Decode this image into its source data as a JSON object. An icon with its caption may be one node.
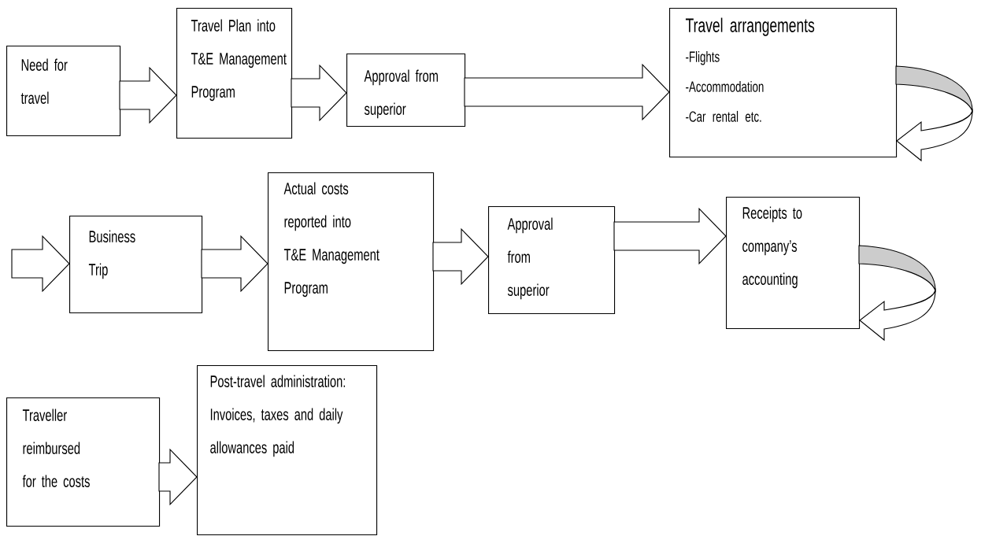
{
  "diagram": {
    "nodes": [
      {
        "text": [
          "Need for travel"
        ]
      },
      {
        "text": [
          "Travel Plan into T&E Management Program"
        ]
      },
      {
        "text": [
          "Approval from superior"
        ]
      },
      {
        "text": [
          "Travel arrangements",
          "-Flights",
          "-Accommodation",
          "-Car rental etc."
        ]
      },
      {
        "text": [
          "Business Trip"
        ]
      },
      {
        "text": [
          "Actual costs reported into T&E Management Program"
        ]
      },
      {
        "text": [
          "Approval from superior"
        ]
      },
      {
        "text": [
          "Receipts to company’s accounting"
        ]
      },
      {
        "text": [
          "Traveller reimbursed for the costs"
        ]
      },
      {
        "text": [
          "Post-travel administration: Invoices, taxes and daily allowances paid"
        ]
      }
    ],
    "edges": [
      {
        "from": 0,
        "to": 1,
        "arrow": "to"
      },
      {
        "from": 1,
        "to": 2,
        "arrow": "to"
      },
      {
        "from": 2,
        "to": 3,
        "arrow": "to"
      },
      {
        "from": 3,
        "to": 3,
        "arrow": "to"
      },
      {
        "from": null,
        "to": 4,
        "arrow": "to"
      },
      {
        "from": 4,
        "to": 5,
        "arrow": "to"
      },
      {
        "from": 5,
        "to": 6,
        "arrow": "to"
      },
      {
        "from": 6,
        "to": 7,
        "arrow": "to"
      },
      {
        "from": 7,
        "to": 7,
        "arrow": "to"
      },
      {
        "from": 8,
        "to": 9,
        "arrow": "to"
      }
    ]
  }
}
